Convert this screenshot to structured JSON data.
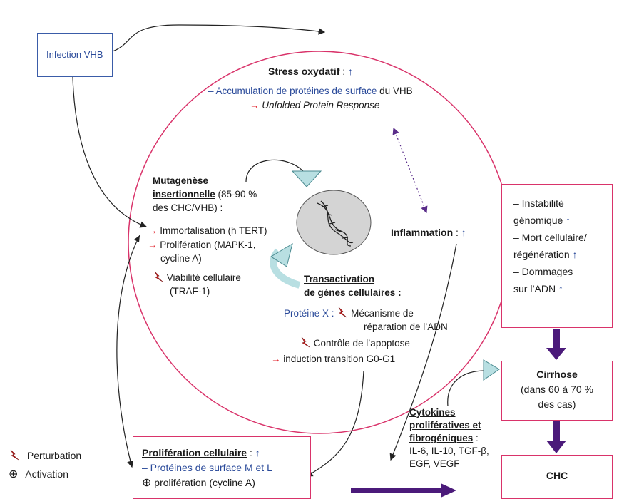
{
  "infection_box": {
    "label": "Infection VHB"
  },
  "stress": {
    "heading": "Stress oxydatif",
    "suffix": " : ",
    "arrow": "↑",
    "line1_blue": "– Accumulation de protéines de surface",
    "line1_black": " du VHB",
    "line2_arrow": "→",
    "line2": "Unfolded Protein Response"
  },
  "mutagenese": {
    "heading_1": "Mutagenèse",
    "heading_2": "insertionnelle",
    "detail_1": " (85-90 %",
    "detail_2": "des CHC/VHB) :",
    "item1_arrow": "→",
    "item1": "Immortalisation (h TERT)",
    "item2_arrow": "→",
    "item2_a": "Prolifération (MAPK-1,",
    "item2_b": "cycline A)",
    "item3_a": "Viabilité cellulaire",
    "item3_b": "(TRAF-1)"
  },
  "inflammation": {
    "heading": "Inflammation",
    "suffix": " : ",
    "arrow": "↑"
  },
  "transactivation": {
    "heading_1": "Transactivation",
    "heading_2": "de gènes cellulaires",
    "suffix": " :",
    "protein_label": "Protéine X :",
    "item1_a": "Mécanisme de",
    "item1_b": "réparation de l’ADN",
    "item2": "Contrôle de l’apoptose",
    "item3_arrow": "→",
    "item3": "induction transition G0-G1"
  },
  "instability_box": {
    "line1": "– Instabilité",
    "line2": "génomique",
    "line3": "– Mort cellulaire/",
    "line4": "régénération",
    "line5": "– Dommages",
    "line6": "sur l’ADN",
    "arrow": "↑"
  },
  "cirrhose_box": {
    "title": "Cirrhose",
    "line1": "(dans 60 à 70 %",
    "line2": "des cas)"
  },
  "chc_box": {
    "title": "CHC"
  },
  "cytokines": {
    "heading_1": "Cytokines",
    "heading_2": "prolifératives et",
    "heading_3": "fibrogéniques",
    "suffix": " :",
    "line1": "IL-6, IL-10, TGF-β,",
    "line2": "EGF, VEGF"
  },
  "proliferation_box": {
    "heading": "Prolifération cellulaire",
    "suffix": " : ",
    "arrow": "↑",
    "line1": "– Protéines de surface M et L",
    "line2_symbol": "⊕",
    "line2": "prolifération (cycline A)"
  },
  "legend": {
    "perturbation": "Perturbation",
    "activation_symbol": "⊕",
    "activation": "Activation"
  },
  "colors": {
    "circle": "#d9336a",
    "blue_border": "#3a5ca8",
    "purple_arrow": "#4b1a7a",
    "dna_cell": "#d4d4d4",
    "teal_arrow": "#b8dfe2"
  }
}
